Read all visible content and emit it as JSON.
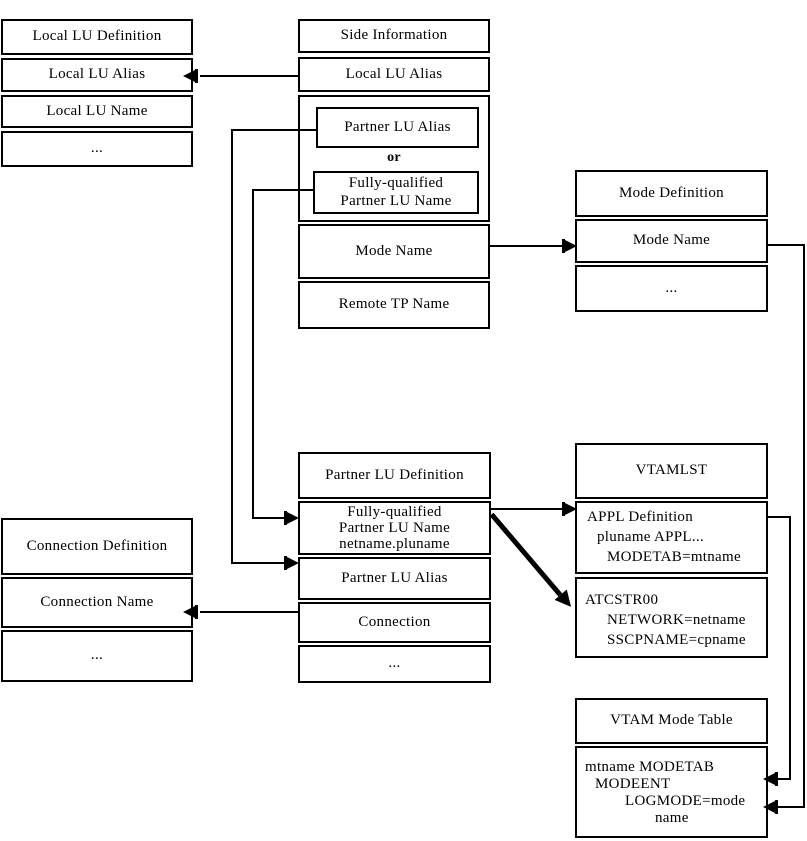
{
  "colors": {
    "line": "#000000",
    "background": "#ffffff",
    "text": "#000000"
  },
  "boxes": {
    "local_lu_definition": {
      "title": "Local LU Definition",
      "alias": "Local LU Alias",
      "name": "Local LU Name",
      "more": "..."
    },
    "side_information": {
      "title": "Side Information",
      "local_lu_alias": "Local LU Alias",
      "partner_lu_alias": "Partner LU Alias",
      "or": "or",
      "fully_qualified_line1": "Fully-qualified",
      "fully_qualified_line2": "Partner LU Name",
      "mode_name": "Mode Name",
      "remote_tp_name": "Remote TP Name"
    },
    "mode_definition": {
      "title": "Mode Definition",
      "mode_name": "Mode Name",
      "more": "..."
    },
    "partner_lu_definition": {
      "title": "Partner LU Definition",
      "fq_line1": "Fully-qualified",
      "fq_line2": "Partner LU Name",
      "fq_line3": "netname.pluname",
      "alias": "Partner LU Alias",
      "connection": "Connection",
      "more": "..."
    },
    "connection_definition": {
      "title": "Connection Definition",
      "name": "Connection Name",
      "more": "..."
    },
    "vtamlst": {
      "title": "VTAMLST",
      "appl_line1": "APPL Definition",
      "appl_line2": "pluname APPL...",
      "appl_line3": "MODETAB=mtname",
      "atcstr_line1": "ATCSTR00",
      "atcstr_line2": "NETWORK=netname",
      "atcstr_line3": "SSCPNAME=cpname"
    },
    "vtam_mode_table": {
      "title": "VTAM Mode Table",
      "body_line1": "mtname MODETAB",
      "body_line2": "MODEENT",
      "body_line3": "LOGMODE=mode",
      "body_line4": "name"
    }
  }
}
